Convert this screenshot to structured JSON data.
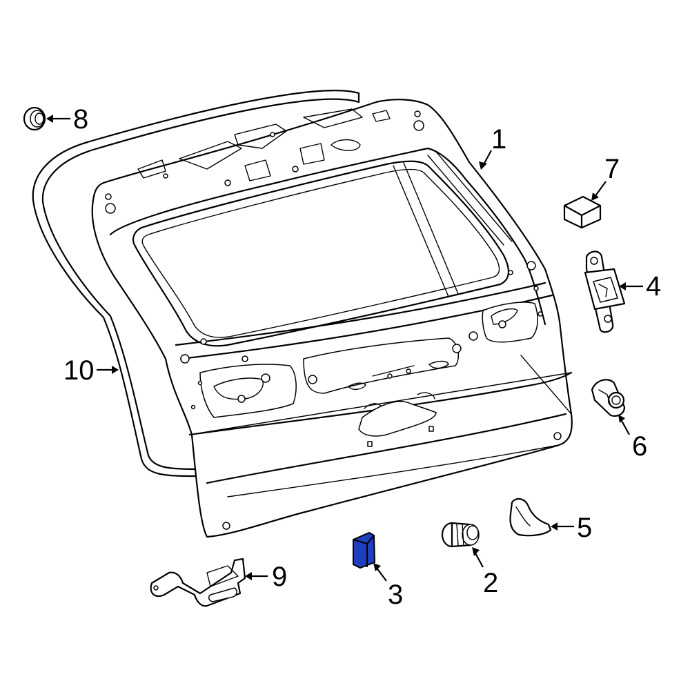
{
  "diagram": {
    "colors": {
      "highlight": "#1f3fbf",
      "line": "#000000",
      "background": "#ffffff"
    },
    "callouts": [
      {
        "id": "c1",
        "label": "1",
        "part": "liftgate"
      },
      {
        "id": "c2",
        "label": "2",
        "part": "bumper-stop"
      },
      {
        "id": "c3",
        "label": "3",
        "part": "cushion",
        "highlighted": true
      },
      {
        "id": "c4",
        "label": "4",
        "part": "striker"
      },
      {
        "id": "c5",
        "label": "5",
        "part": "bracket"
      },
      {
        "id": "c6",
        "label": "6",
        "part": "hinge"
      },
      {
        "id": "c7",
        "label": "7",
        "part": "cushion"
      },
      {
        "id": "c8",
        "label": "8",
        "part": "plug"
      },
      {
        "id": "c9",
        "label": "9",
        "part": "bracket"
      },
      {
        "id": "c10",
        "label": "10",
        "part": "weatherstrip"
      }
    ]
  }
}
